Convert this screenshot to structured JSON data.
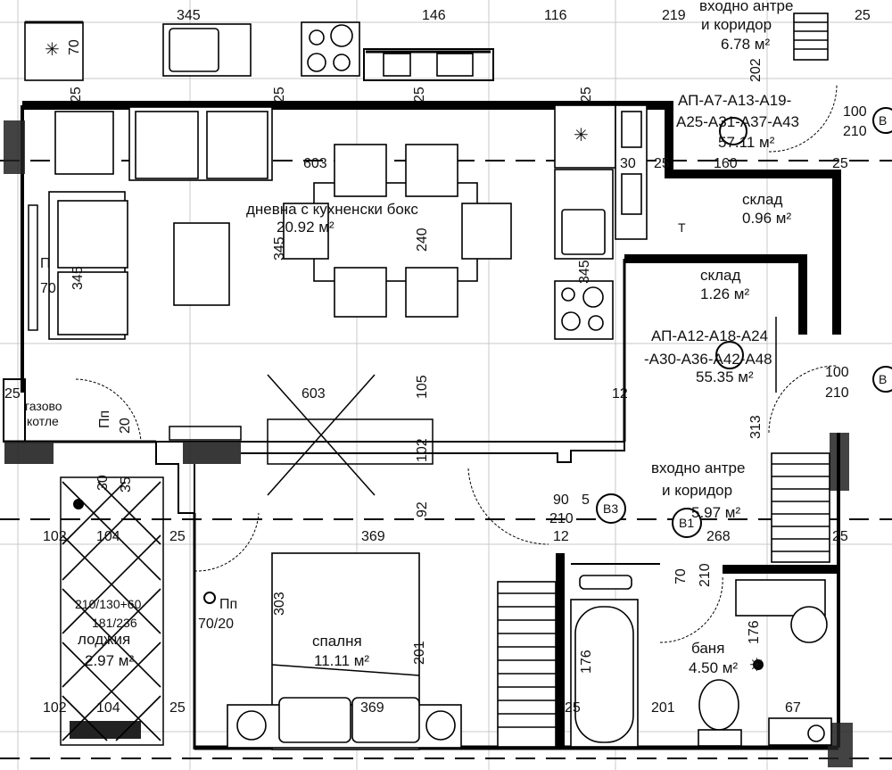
{
  "rooms": {
    "living": {
      "name": "дневна с кухненски бокс",
      "area": "20.92 м²"
    },
    "storage_top": {
      "name": "склад",
      "area": "0.96 м²"
    },
    "storage_mid": {
      "name": "склад",
      "area": "1.26 м²"
    },
    "entry_top": {
      "name": "входно антре",
      "name2": "и коридор",
      "area": "6.78 м²"
    },
    "entry_bottom": {
      "name": "входно антре",
      "name2": "и коридор",
      "area": "5.97 м²"
    },
    "bedroom": {
      "name": "спалня",
      "area": "11.11 м²"
    },
    "bathroom": {
      "name": "баня",
      "area": "4.50 м²"
    },
    "loggia": {
      "name": "лоджия",
      "area": "2.97 м²"
    }
  },
  "apartments": {
    "upper": {
      "line1": "АП-А7-А13-А19-",
      "line2": "А25-А31-А37-А43",
      "area": "57.11 м²"
    },
    "lower": {
      "line1": "АП-А12-А18-А24",
      "line2": "-А30-А36-А42-А48",
      "area": "55.35 м²"
    }
  },
  "dims": {
    "d345_top": "345",
    "d146": "146",
    "d116": "116",
    "d219": "219",
    "d25_tr": "25",
    "d70_left": "70",
    "d202": "202",
    "d25_a": "25",
    "d25_b": "25",
    "d25_c": "25",
    "d25_d": "25",
    "d603_top": "603",
    "d30_a": "30",
    "d25_e": "25",
    "d160": "160",
    "d25_f": "25",
    "d100_top": "100",
    "d210_top": "210",
    "d345_v": "345",
    "d240": "240",
    "d345_k": "345",
    "d345_left": "345",
    "d70_p": "70",
    "d603_mid": "603",
    "d105": "105",
    "d12_top": "12",
    "d100_mid": "100",
    "d210_mid": "210",
    "d25_left": "25",
    "d20": "20",
    "d313": "313",
    "d102": "102",
    "d90": "90",
    "d5": "5",
    "d210_b3": "210",
    "d92": "92",
    "d369_top": "369",
    "d12_bot": "12",
    "d268": "268",
    "d25_rt": "25",
    "d102_b": "102",
    "d104": "104",
    "d25_g": "25",
    "d25_h": "25",
    "d303": "303",
    "d201_bed": "201",
    "d70_bath": "70",
    "d210_bath": "210",
    "d176_v": "176",
    "d176_tub": "176",
    "d369_bot": "369",
    "d201_bath": "201",
    "d67": "67",
    "d102_c": "102",
    "d104_b": "104",
    "d25_i": "25",
    "d30_log": "30",
    "d35_log": "35",
    "win_log": "210/130+60",
    "win_log2": "181/236",
    "p_70_20": "70/20"
  },
  "labels": {
    "p": "П",
    "pp1": "Пп",
    "pp2": "Пп",
    "gas1": "газово",
    "gas2": "котле",
    "b1": "В1",
    "b3": "В3",
    "b_right": "В",
    "t": "Т"
  }
}
